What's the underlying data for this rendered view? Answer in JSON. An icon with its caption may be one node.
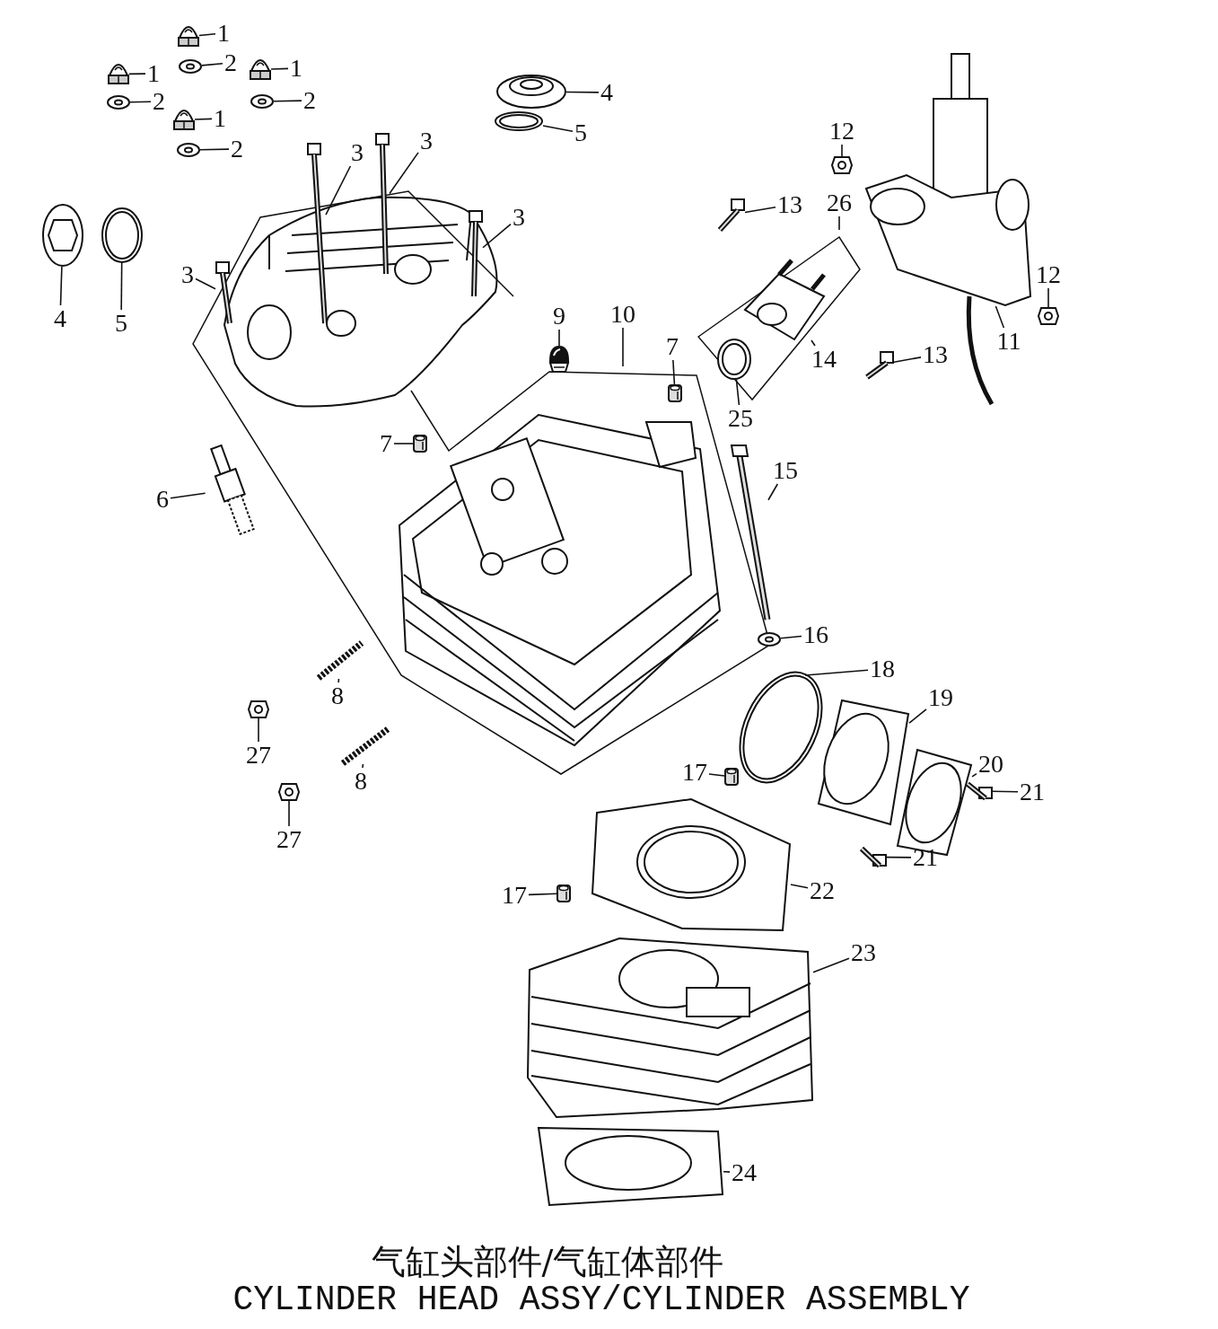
{
  "diagram": {
    "title": "气缸头部件/气缸体部件",
    "caption": "CYLINDER HEAD ASSY/CYLINDER ASSEMBLY",
    "nodes": [
      {
        "text": [
          "1"
        ]
      },
      {
        "text": [
          "1"
        ]
      },
      {
        "text": [
          "2"
        ]
      },
      {
        "text": [
          "1"
        ]
      },
      {
        "text": [
          "2"
        ]
      },
      {
        "text": [
          "2"
        ]
      },
      {
        "text": [
          "1"
        ]
      },
      {
        "text": [
          "2"
        ]
      },
      {
        "text": [
          "4"
        ]
      },
      {
        "text": [
          "5"
        ]
      },
      {
        "text": [
          "3"
        ]
      },
      {
        "text": [
          "3"
        ]
      },
      {
        "text": [
          "3"
        ]
      },
      {
        "text": [
          "3"
        ]
      },
      {
        "text": [
          "4"
        ]
      },
      {
        "text": [
          "5"
        ]
      },
      {
        "text": [
          "12"
        ]
      },
      {
        "text": [
          "13"
        ]
      },
      {
        "text": [
          "26"
        ]
      },
      {
        "text": [
          "12"
        ]
      },
      {
        "text": [
          "9"
        ]
      },
      {
        "text": [
          "10"
        ]
      },
      {
        "text": [
          "11"
        ]
      },
      {
        "text": [
          "7"
        ]
      },
      {
        "text": [
          "13"
        ]
      },
      {
        "text": [
          "14"
        ]
      },
      {
        "text": [
          "25"
        ]
      },
      {
        "text": [
          "7"
        ]
      },
      {
        "text": [
          "15"
        ]
      },
      {
        "text": [
          "6"
        ]
      },
      {
        "text": [
          "16"
        ]
      },
      {
        "text": [
          "18"
        ]
      },
      {
        "text": [
          "8"
        ]
      },
      {
        "text": [
          "19"
        ]
      },
      {
        "text": [
          "27"
        ]
      },
      {
        "text": [
          "20"
        ]
      },
      {
        "text": [
          "17"
        ]
      },
      {
        "text": [
          "8"
        ]
      },
      {
        "text": [
          "21"
        ]
      },
      {
        "text": [
          "27"
        ]
      },
      {
        "text": [
          "21"
        ]
      },
      {
        "text": [
          "22"
        ]
      },
      {
        "text": [
          "17"
        ]
      },
      {
        "text": [
          "23"
        ]
      },
      {
        "text": [
          "24"
        ]
      },
      {
        "text": [],
        "shape": "picture"
      },
      {
        "text": [],
        "shape": "picture"
      },
      {
        "text": [],
        "shape": "picture"
      },
      {
        "text": [],
        "shape": "picture"
      },
      {
        "text": [],
        "shape": "picture"
      },
      {
        "text": [],
        "shape": "picture"
      },
      {
        "text": [],
        "shape": "picture"
      },
      {
        "text": [],
        "shape": "picture"
      },
      {
        "text": [],
        "shape": "picture"
      },
      {
        "text": [],
        "shape": "picture"
      },
      {
        "text": [],
        "shape": "picture"
      },
      {
        "text": [],
        "shape": "picture"
      },
      {
        "text": [],
        "shape": "picture"
      },
      {
        "text": [],
        "shape": "picture"
      },
      {
        "text": [],
        "shape": "picture"
      },
      {
        "text": [],
        "shape": "picture"
      },
      {
        "text": [],
        "shape": "picture"
      },
      {
        "text": [],
        "shape": "picture"
      },
      {
        "text": [],
        "shape": "picture"
      },
      {
        "text": [],
        "shape": "picture"
      },
      {
        "text": [],
        "shape": "picture"
      },
      {
        "text": [],
        "shape": "picture"
      },
      {
        "text": [],
        "shape": "picture"
      },
      {
        "text": [],
        "shape": "picture"
      },
      {
        "text": [],
        "shape": "picture"
      },
      {
        "text": [],
        "shape": "picture"
      },
      {
        "text": [],
        "shape": "picture"
      },
      {
        "text": [],
        "shape": "picture"
      },
      {
        "text": [],
        "shape": "picture"
      },
      {
        "text": [],
        "shape": "picture"
      },
      {
        "text": [],
        "shape": "picture"
      },
      {
        "text": [],
        "shape": "picture"
      },
      {
        "text": [],
        "shape": "picture"
      },
      {
        "text": [],
        "shape": "picture"
      },
      {
        "text": [],
        "shape": "picture"
      },
      {
        "text": [],
        "shape": "picture"
      },
      {
        "text": [],
        "shape": "picture"
      },
      {
        "text": [],
        "shape": "picture"
      },
      {
        "text": [],
        "shape": "picture"
      },
      {
        "text": [],
        "shape": "picture"
      },
      {
        "text": [],
        "shape": "picture"
      },
      {
        "text": [],
        "shape": "picture"
      },
      {
        "text": [],
        "shape": "picture"
      }
    ],
    "edges": [
      {
        "from": 0,
        "to": 45,
        "arrow": "none"
      },
      {
        "from": 1,
        "to": 46,
        "arrow": "none"
      },
      {
        "from": 2,
        "to": 47,
        "arrow": "none"
      },
      {
        "from": 3,
        "to": 48,
        "arrow": "none"
      },
      {
        "from": 4,
        "to": 49,
        "arrow": "none"
      },
      {
        "from": 5,
        "to": 50,
        "arrow": "none"
      },
      {
        "from": 6,
        "to": 51,
        "arrow": "none"
      },
      {
        "from": 7,
        "to": 52,
        "arrow": "none"
      },
      {
        "from": 8,
        "to": 53,
        "arrow": "none"
      },
      {
        "from": 9,
        "to": 54,
        "arrow": "none"
      },
      {
        "from": 10,
        "to": 55,
        "arrow": "none"
      },
      {
        "from": 11,
        "to": 56,
        "arrow": "none"
      },
      {
        "from": 12,
        "to": 57,
        "arrow": "none"
      },
      {
        "from": 13,
        "to": 58,
        "arrow": "none"
      },
      {
        "from": 14,
        "to": 59,
        "arrow": "none"
      },
      {
        "from": 15,
        "to": 60,
        "arrow": "none"
      },
      {
        "from": 16,
        "to": 61,
        "arrow": "none"
      },
      {
        "from": 17,
        "to": 62,
        "arrow": "none"
      },
      {
        "from": 18,
        "to": null,
        "arrow": "none"
      },
      {
        "from": 19,
        "to": 63,
        "arrow": "none"
      },
      {
        "from": 20,
        "to": 64,
        "arrow": "none"
      },
      {
        "from": 21,
        "to": null,
        "arrow": "none"
      },
      {
        "from": 22,
        "to": 65,
        "arrow": "none"
      },
      {
        "from": 23,
        "to": 66,
        "arrow": "none"
      },
      {
        "from": 24,
        "to": 67,
        "arrow": "none"
      },
      {
        "from": 25,
        "to": 68,
        "arrow": "none"
      },
      {
        "from": 26,
        "to": 69,
        "arrow": "none"
      },
      {
        "from": 27,
        "to": 70,
        "arrow": "none"
      },
      {
        "from": 28,
        "to": 71,
        "arrow": "none"
      },
      {
        "from": 29,
        "to": 72,
        "arrow": "none"
      },
      {
        "from": 30,
        "to": 73,
        "arrow": "none"
      },
      {
        "from": 31,
        "to": 74,
        "arrow": "none"
      },
      {
        "from": 32,
        "to": 75,
        "arrow": "none"
      },
      {
        "from": 33,
        "to": 76,
        "arrow": "none"
      },
      {
        "from": 34,
        "to": 77,
        "arrow": "none"
      },
      {
        "from": 35,
        "to": 78,
        "arrow": "none"
      },
      {
        "from": 36,
        "to": 79,
        "arrow": "none"
      },
      {
        "from": 37,
        "to": 80,
        "arrow": "none"
      },
      {
        "from": 38,
        "to": 81,
        "arrow": "none"
      },
      {
        "from": 39,
        "to": 82,
        "arrow": "none"
      },
      {
        "from": 40,
        "to": 83,
        "arrow": "none"
      },
      {
        "from": 41,
        "to": 84,
        "arrow": "none"
      },
      {
        "from": 42,
        "to": 85,
        "arrow": "none"
      },
      {
        "from": 43,
        "to": 86,
        "arrow": "none"
      },
      {
        "from": 44,
        "to": 87,
        "arrow": "none"
      }
    ]
  }
}
